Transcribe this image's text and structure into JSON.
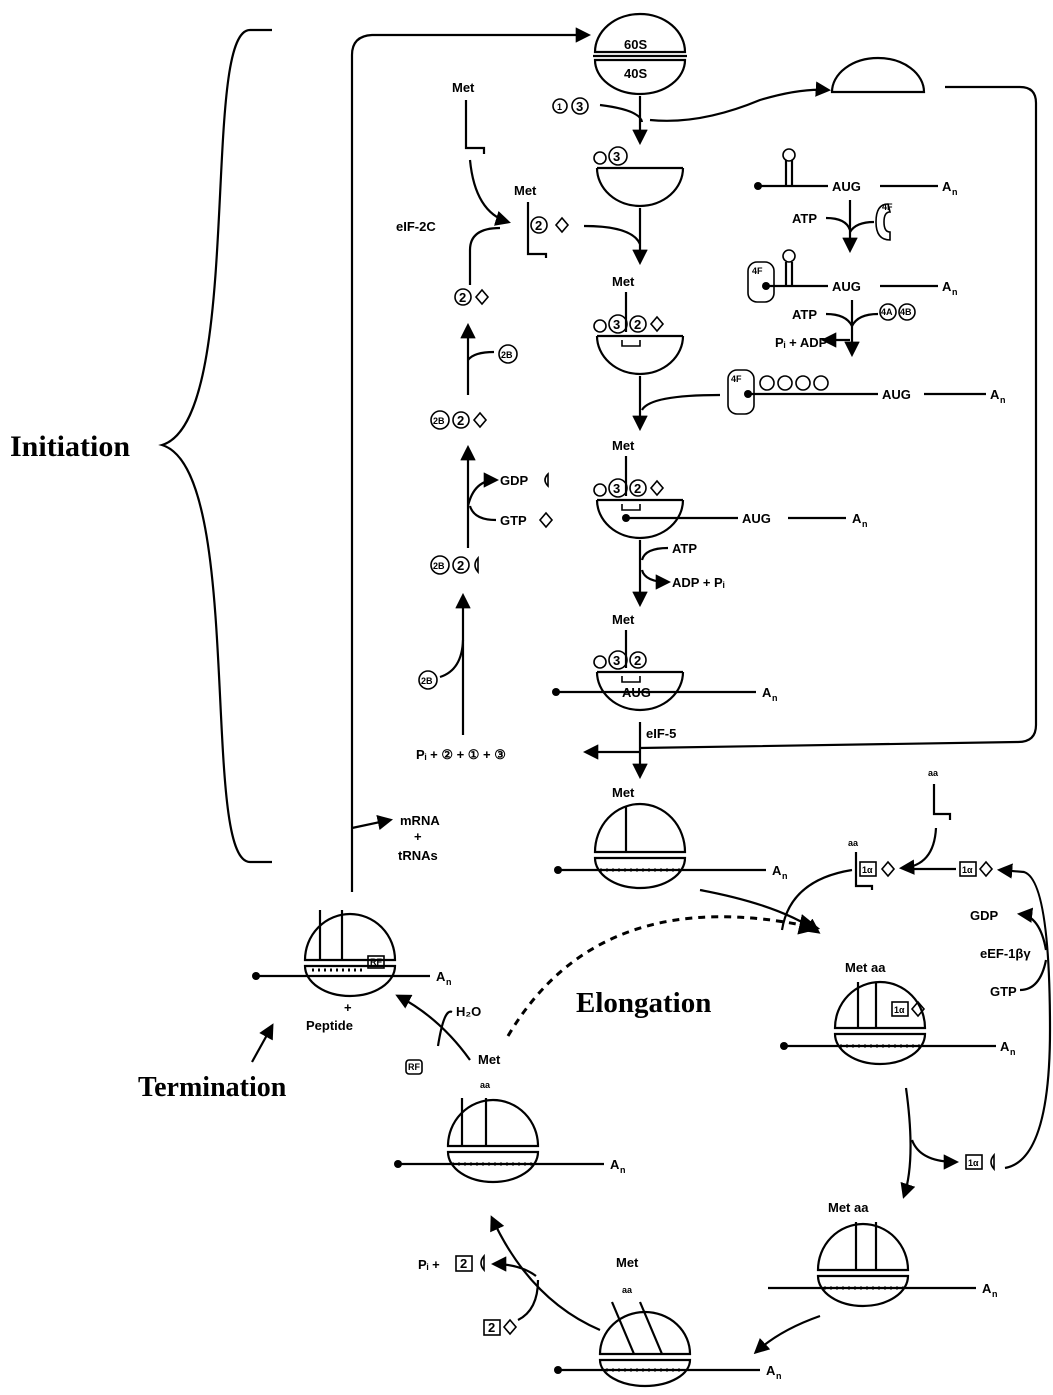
{
  "phases": {
    "initiation": "Initiation",
    "elongation": "Elongation",
    "termination": "Termination"
  },
  "ribosome": {
    "large": "60S",
    "small": "40S"
  },
  "labels": {
    "met": "Met",
    "aug": "AUG",
    "an": "A",
    "an_sub": "n",
    "atp": "ATP",
    "pi_adp": "Pᵢ + ADP",
    "adp_pi": "ADP + Pᵢ",
    "gdp": "GDP",
    "gtp": "GTP",
    "eif2c": "eIF-2C",
    "eif5": "eIF-5",
    "pi_release": "Pᵢ + ② + ① + ③",
    "mrna": "mRNA",
    "plus": "+",
    "trnas": "tRNAs",
    "peptide": "Peptide",
    "h2o": "H₂O",
    "aa": "aa",
    "met_aa": "Met aa",
    "eef1": "eEF-1βγ",
    "pi_2": "Pᵢ +"
  },
  "factors": {
    "f1": "1",
    "f2": "2",
    "f3": "3",
    "f2b": "2B",
    "f4f": "4F",
    "f4a": "4A",
    "f4b": "4B",
    "f1a": "1α",
    "rf": "RF"
  }
}
